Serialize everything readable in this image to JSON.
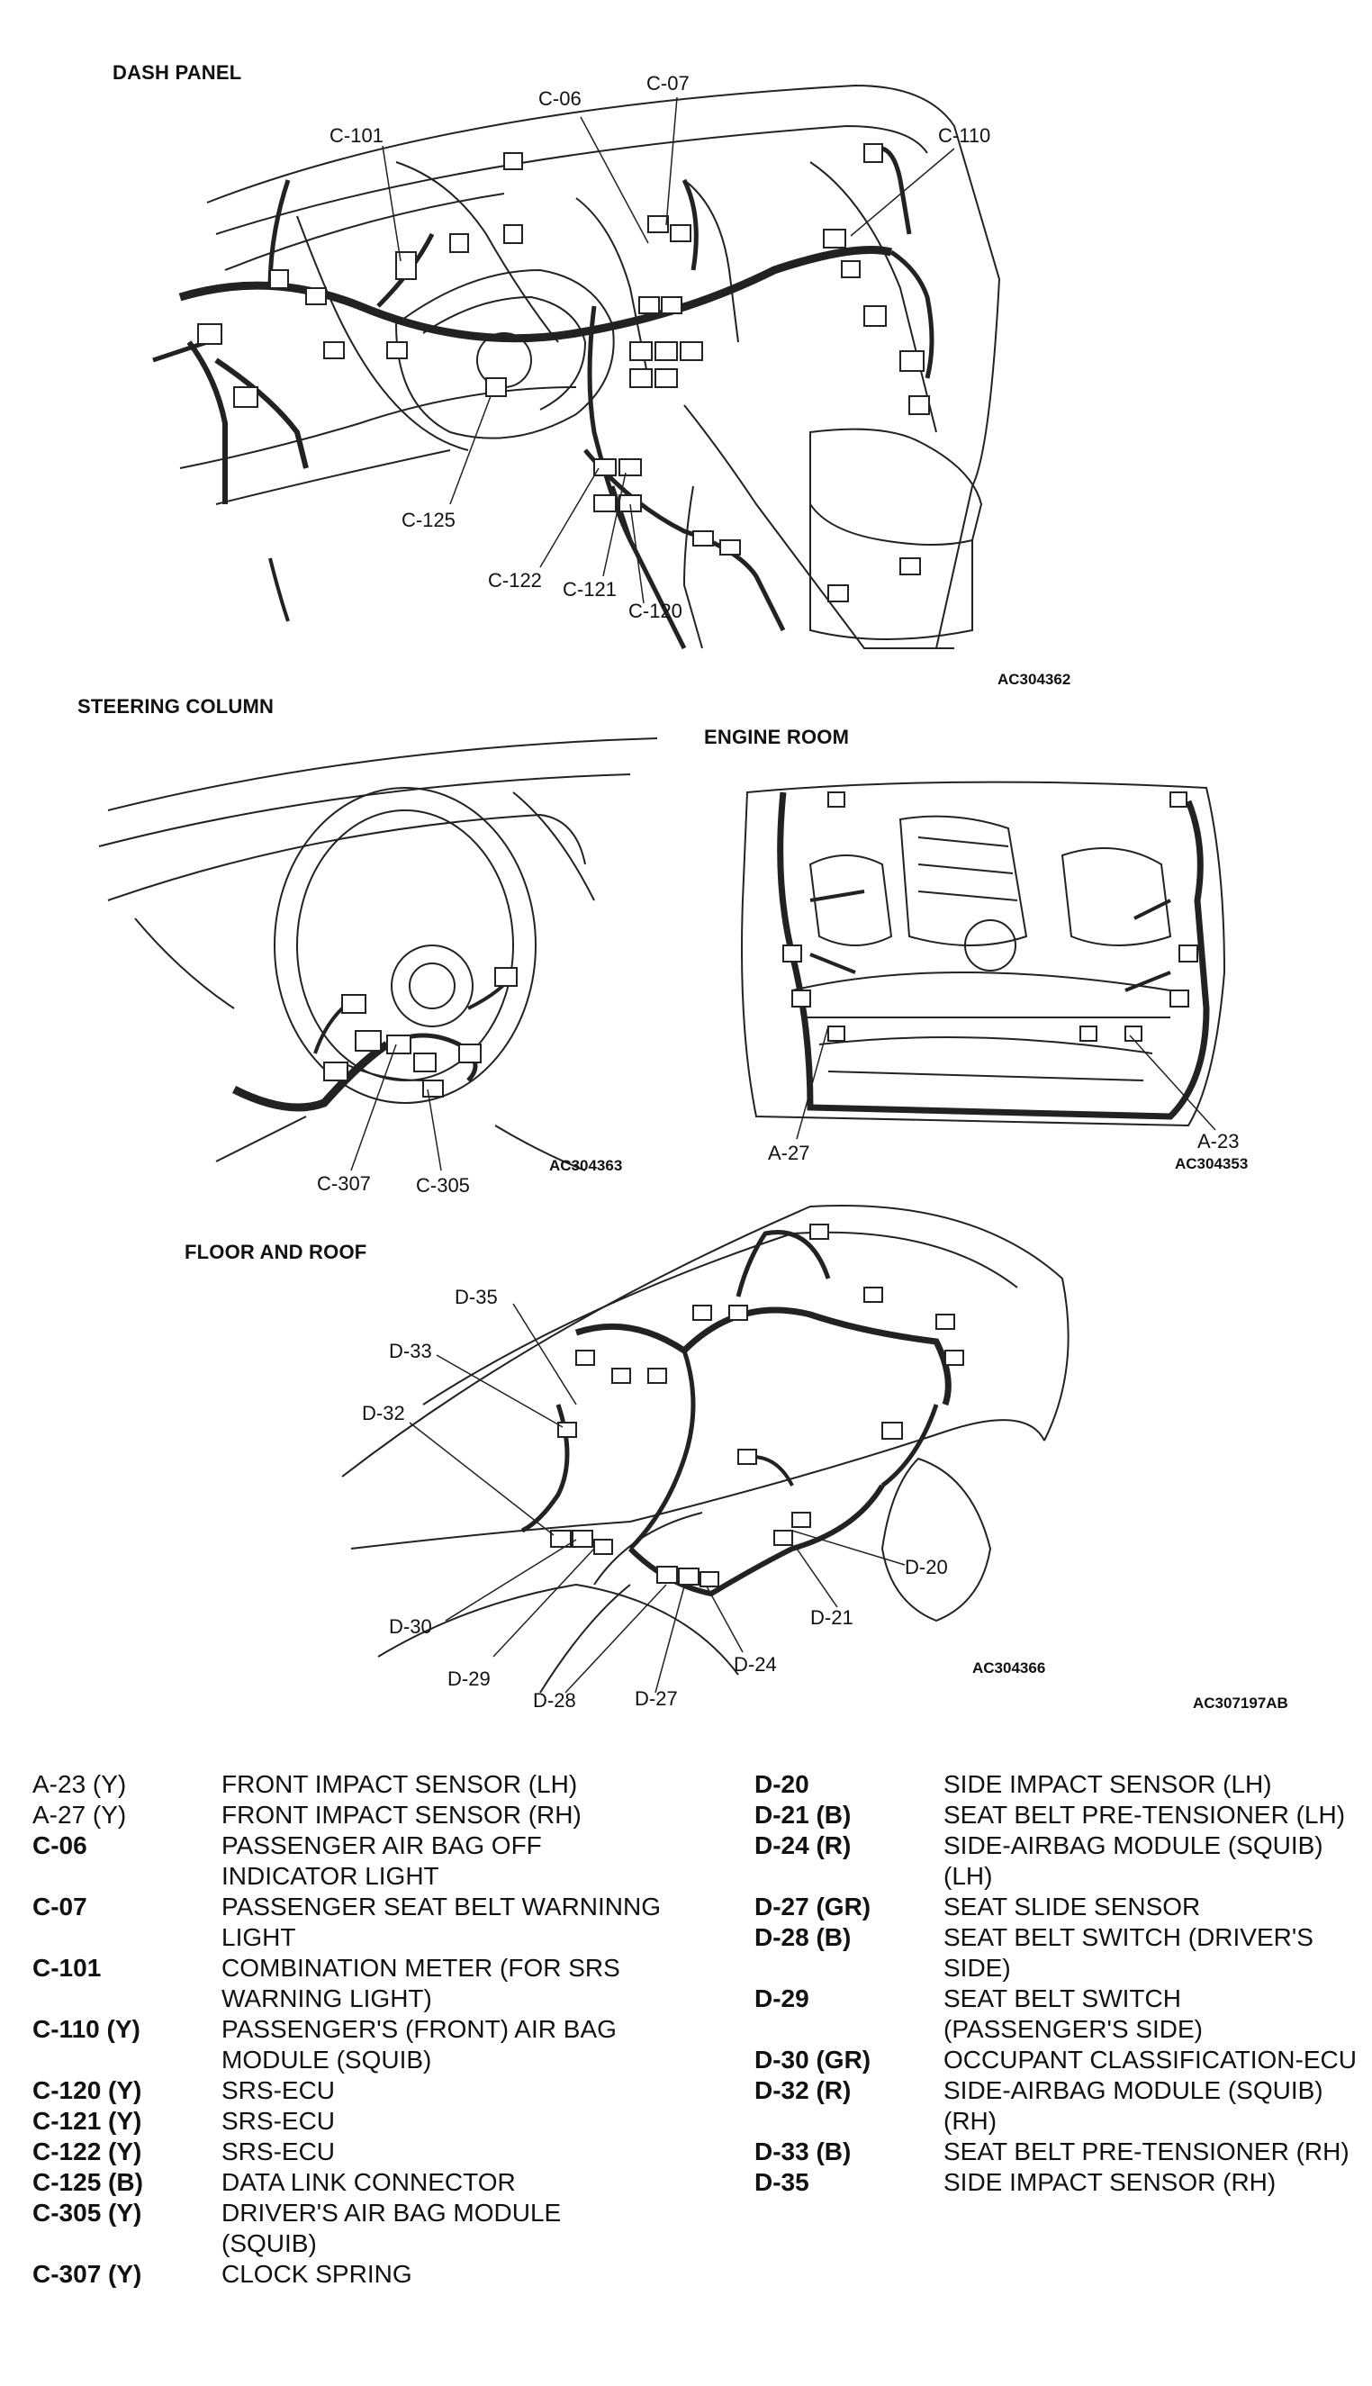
{
  "sections": {
    "dash_panel": "DASH PANEL",
    "steering_column": "STEERING COLUMN",
    "engine_room": "ENGINE ROOM",
    "floor_and_roof": "FLOOR AND ROOF"
  },
  "figure_codes": {
    "dash": "AC304362",
    "steering": "AC304363",
    "engine": "AC304353",
    "floor": "AC304366",
    "overall": "AC307197AB"
  },
  "callouts": {
    "c06": "C-06",
    "c07": "C-07",
    "c101": "C-101",
    "c110": "C-110",
    "c125": "C-125",
    "c122": "C-122",
    "c121": "C-121",
    "c120": "C-120",
    "c307": "C-307",
    "c305": "C-305",
    "a27": "A-27",
    "a23": "A-23",
    "d35": "D-35",
    "d33": "D-33",
    "d32": "D-32",
    "d30": "D-30",
    "d29": "D-29",
    "d28": "D-28",
    "d27": "D-27",
    "d24": "D-24",
    "d21": "D-21",
    "d20": "D-20"
  },
  "legend_left": [
    {
      "code": "A-23 (Y)",
      "desc": "FRONT IMPACT SENSOR (LH)"
    },
    {
      "code": "A-27 (Y)",
      "desc": "FRONT IMPACT SENSOR (RH)"
    },
    {
      "code": "C-06",
      "desc": "PASSENGER AIR BAG OFF INDICATOR LIGHT"
    },
    {
      "code": "C-07",
      "desc": "PASSENGER SEAT BELT WARNINNG LIGHT"
    },
    {
      "code": "C-101",
      "desc": "COMBINATION METER (FOR SRS WARNING LIGHT)"
    },
    {
      "code": "C-110 (Y)",
      "desc": "PASSENGER'S (FRONT) AIR BAG MODULE (SQUIB)"
    },
    {
      "code": "C-120 (Y)",
      "desc": "SRS-ECU"
    },
    {
      "code": "C-121 (Y)",
      "desc": "SRS-ECU"
    },
    {
      "code": "C-122 (Y)",
      "desc": "SRS-ECU"
    },
    {
      "code": "C-125 (B)",
      "desc": "DATA LINK CONNECTOR"
    },
    {
      "code": "C-305 (Y)",
      "desc": "DRIVER'S AIR BAG MODULE (SQUIB)"
    },
    {
      "code": "C-307 (Y)",
      "desc": "CLOCK SPRING"
    }
  ],
  "legend_right": [
    {
      "code": "D-20",
      "desc": "SIDE IMPACT SENSOR (LH)"
    },
    {
      "code": "D-21 (B)",
      "desc": "SEAT BELT PRE-TENSIONER (LH)"
    },
    {
      "code": "D-24 (R)",
      "desc": "SIDE-AIRBAG MODULE (SQUIB) (LH)"
    },
    {
      "code": "D-27 (GR)",
      "desc": "SEAT SLIDE SENSOR"
    },
    {
      "code": "D-28 (B)",
      "desc": "SEAT BELT SWITCH (DRIVER'S SIDE)"
    },
    {
      "code": "D-29",
      "desc": "SEAT BELT SWITCH (PASSENGER'S SIDE)"
    },
    {
      "code": "D-30 (GR)",
      "desc": "OCCUPANT CLASSIFICATION-ECU"
    },
    {
      "code": "D-32 (R)",
      "desc": "SIDE-AIRBAG MODULE (SQUIB) (RH)"
    },
    {
      "code": "D-33 (B)",
      "desc": "SEAT BELT PRE-TENSIONER (RH)"
    },
    {
      "code": "D-35",
      "desc": "SIDE IMPACT SENSOR (RH)"
    }
  ]
}
